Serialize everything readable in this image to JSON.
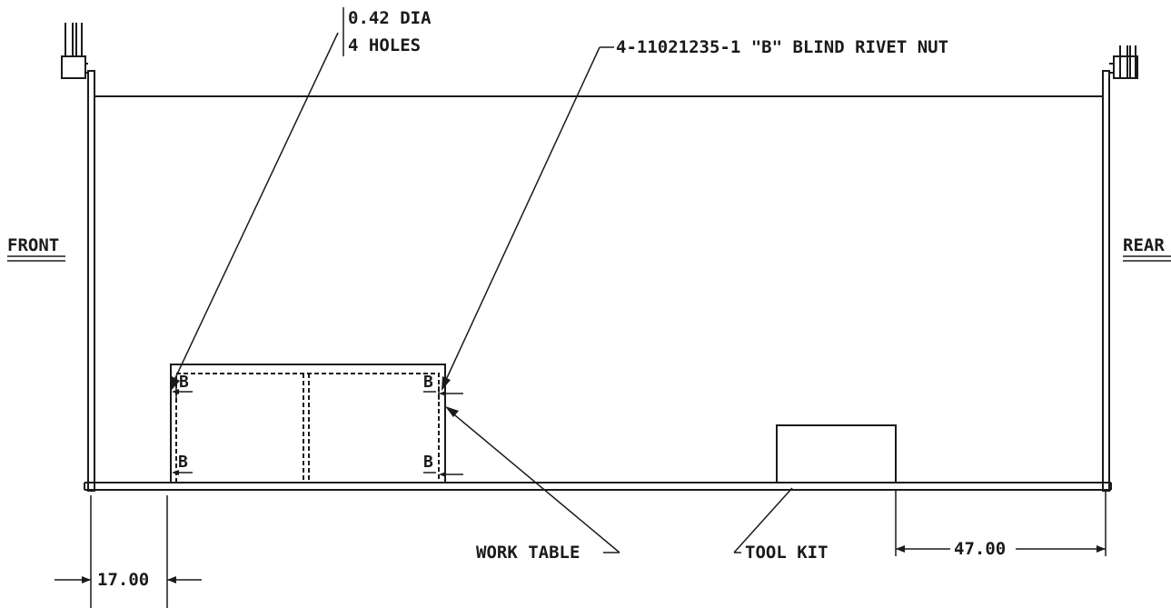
{
  "callouts": {
    "hole_dia": "0.42 DIA",
    "hole_count": "4 HOLES",
    "rivet_nut": "4-11021235-1 \"B\" BLIND RIVET NUT",
    "work_table": "WORK TABLE",
    "tool_kit": "TOOL KIT"
  },
  "sides": {
    "front": "FRONT",
    "rear": "REAR"
  },
  "markers": {
    "b_top_left": "B",
    "b_top_right": "B",
    "b_bottom_left": "B",
    "b_bottom_right": "B"
  },
  "dimensions": {
    "front_offset": "17.00",
    "rear_offset": "47.00"
  }
}
